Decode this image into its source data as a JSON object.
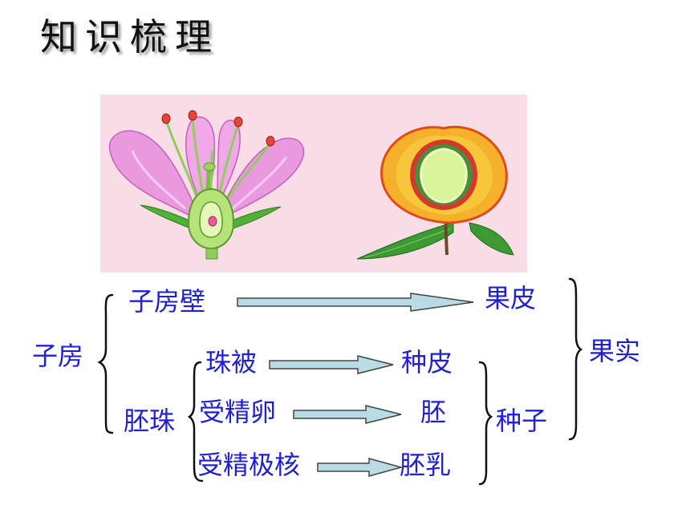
{
  "title": "知识梳理",
  "colors": {
    "label": "#1f1fd6",
    "background_panel": "#f9dde6",
    "arrow_fill": "#b8dbe4",
    "arrow_stroke": "#444444",
    "petal": "#e99adf",
    "fruit_flesh": "#f5b12c",
    "seed": "#d8f39a",
    "leaf": "#3d9a33"
  },
  "labels": {
    "ovary": "子房",
    "ovary_wall": "子房壁",
    "pericarp": "果皮",
    "fruit": "果实",
    "ovule": "胚珠",
    "integument": "珠被",
    "seed_coat": "种皮",
    "fertilized_egg": "受精卵",
    "embryo": "胚",
    "fertilized_polar_nuclei": "受精极核",
    "endosperm": "胚乳",
    "seed": "种子"
  }
}
